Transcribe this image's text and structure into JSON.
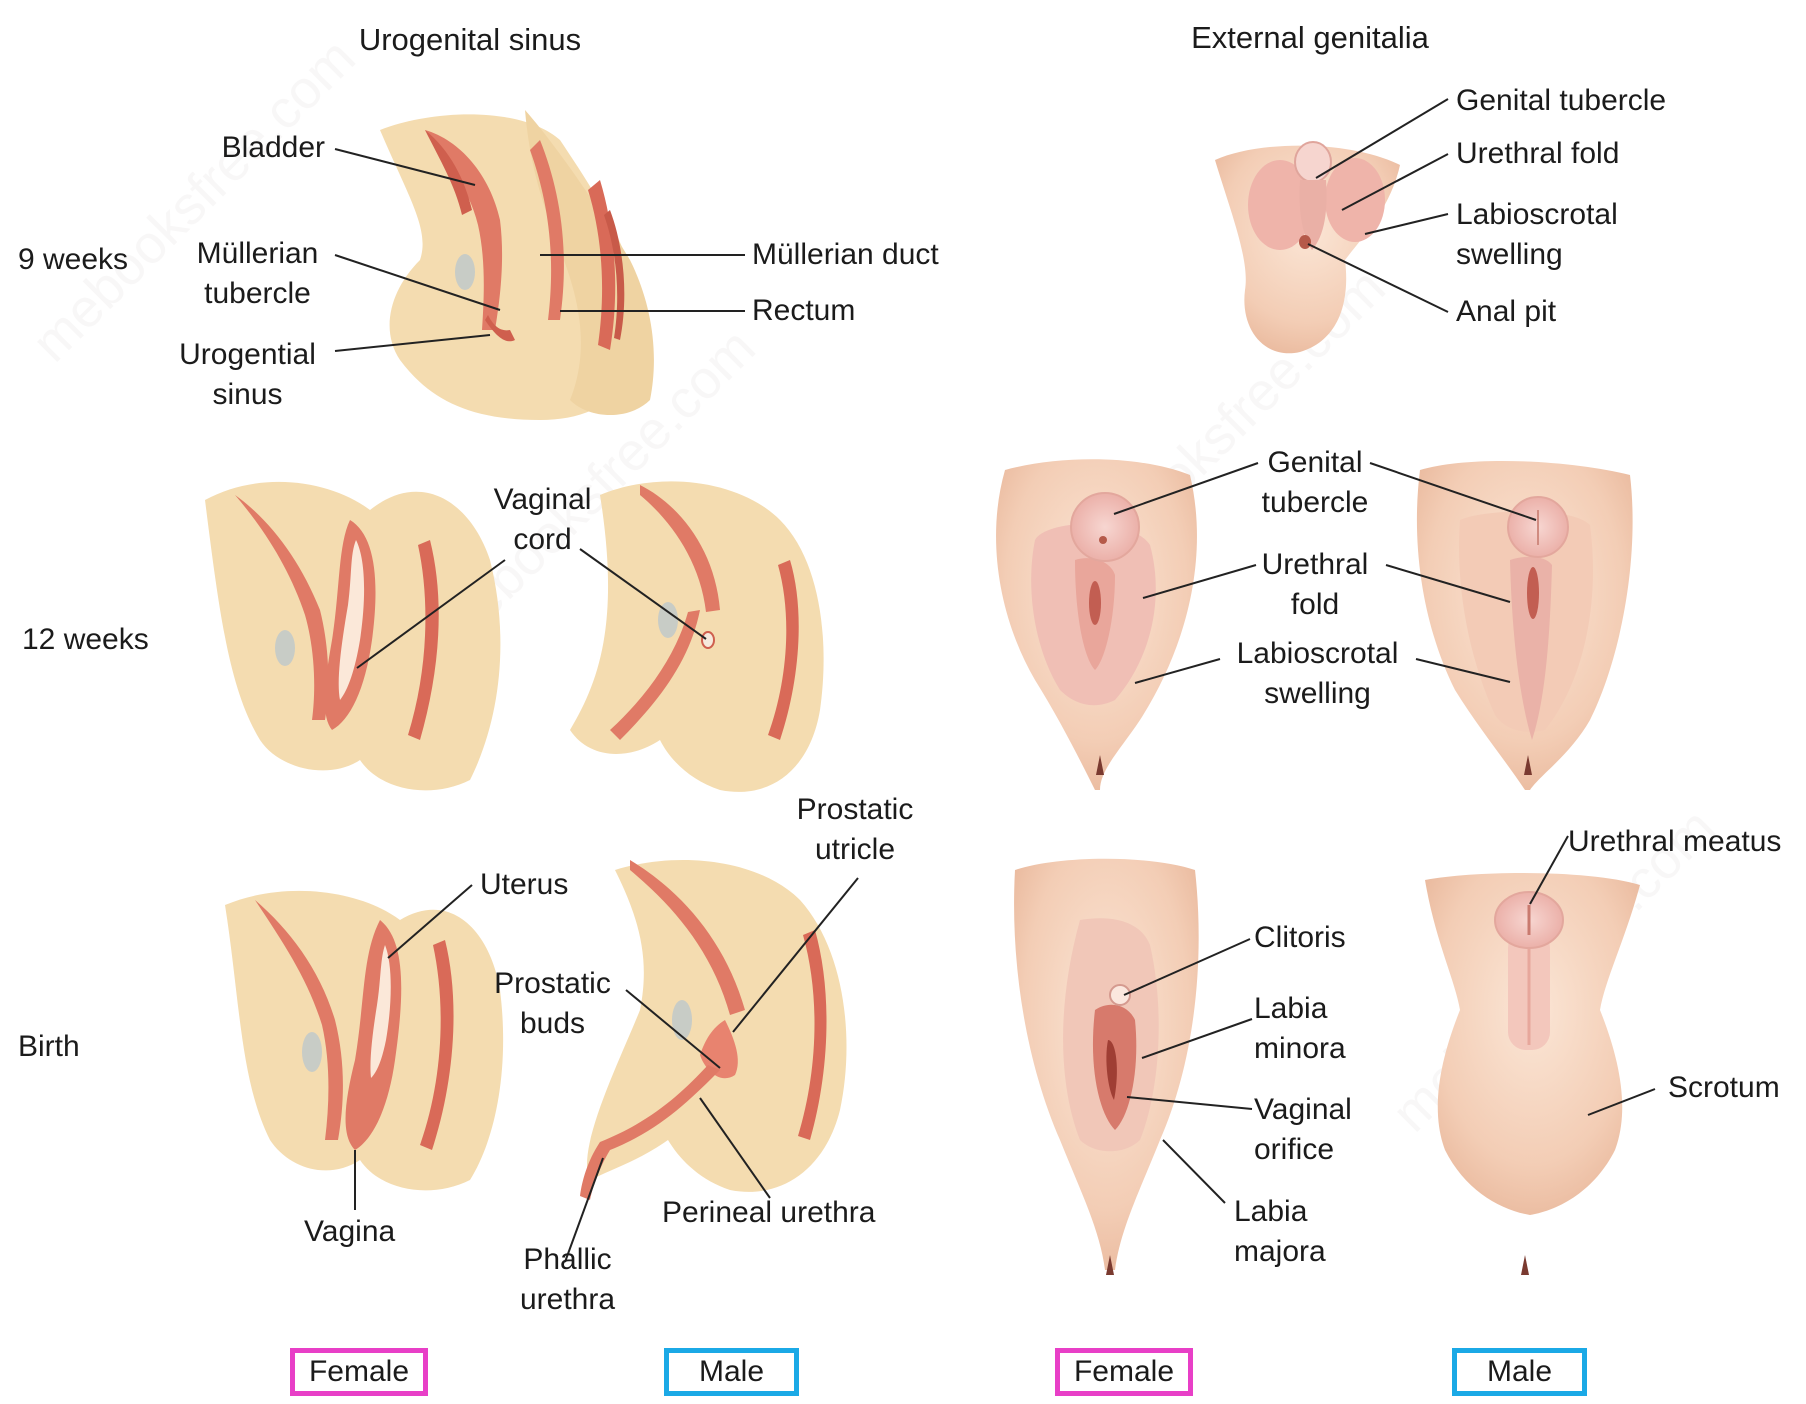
{
  "headers": {
    "urogenital_sinus": "Urogenital sinus",
    "external_genitalia": "External genitalia"
  },
  "ages": {
    "w9": "9 weeks",
    "w12": "12 weeks",
    "birth": "Birth"
  },
  "labels_sinus_9w": {
    "bladder": "Bladder",
    "mullerian_tubercle": "Müllerian\ntubercle",
    "urogential_sinus": "Urogential\nsinus",
    "mullerian_duct": "Müllerian duct",
    "rectum": "Rectum"
  },
  "labels_sinus_12w": {
    "vaginal_cord": "Vaginal\ncord"
  },
  "labels_sinus_birth": {
    "uterus": "Uterus",
    "vagina": "Vagina",
    "prostatic_utricle": "Prostatic\nutricle",
    "prostatic_buds": "Prostatic\nbuds",
    "perineal_urethra": "Perineal urethra",
    "phallic_urethra": "Phallic\nurethra"
  },
  "labels_ext_9w": {
    "genital_tubercle": "Genital tubercle",
    "urethral_fold": "Urethral fold",
    "labioscrotal_swelling": "Labioscrotal\nswelling",
    "anal_pit": "Anal pit"
  },
  "labels_ext_12w": {
    "genital_tubercle": "Genital\ntubercle",
    "urethral_fold": "Urethral\nfold",
    "labioscrotal_swelling": "Labioscrotal\nswelling"
  },
  "labels_ext_birth": {
    "clitoris": "Clitoris",
    "labia_minora": "Labia\nminora",
    "vaginal_orifice": "Vaginal\norifice",
    "labia_majora": "Labia\nmajora",
    "urethral_meatus": "Urethral meatus",
    "scrotum": "Scrotum"
  },
  "sex_tags": {
    "female_left": "Female",
    "male_left": "Male",
    "female_right": "Female",
    "male_right": "Male"
  },
  "colors": {
    "female_tag": "#e83fc7",
    "male_tag": "#1ba9e6",
    "tissue": "#f4dcb0",
    "duct": "#e07a66",
    "duct_dark": "#cf5f4e",
    "skin": "#f5d2bc",
    "skin_pink": "#efb8b2"
  },
  "watermark": "mebooksfree.com"
}
